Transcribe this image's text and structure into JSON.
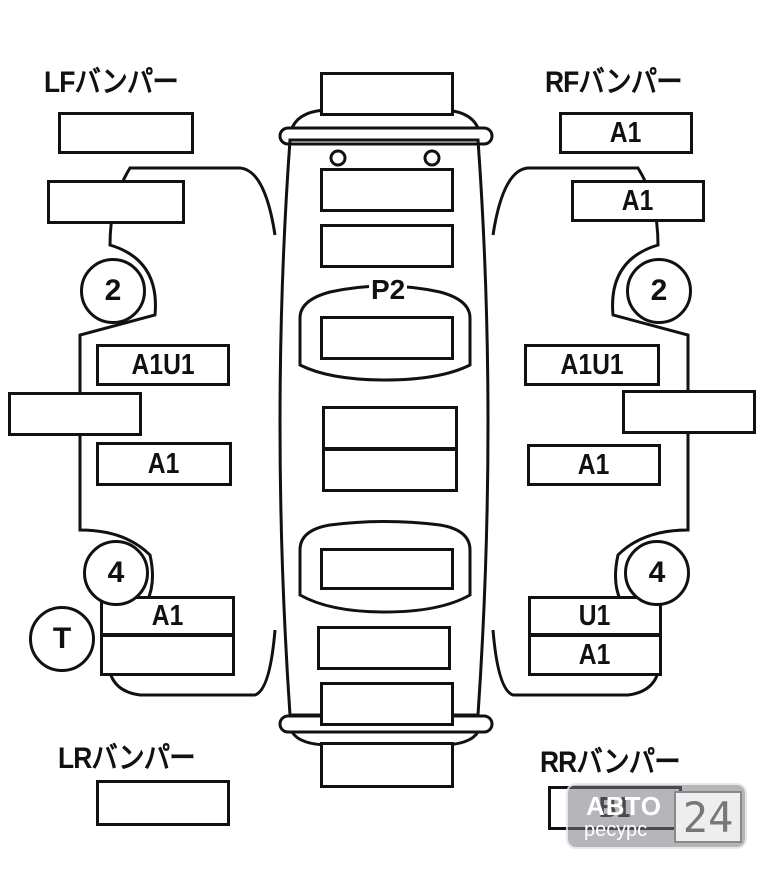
{
  "labels": {
    "lf_bumper": "LFバンパー",
    "rf_bumper": "RFバンパー",
    "lr_bumper": "LRバンパー",
    "rr_bumper": "RRバンパー",
    "roof_mark": "P2"
  },
  "left_panels": {
    "lf_bumper_box": "",
    "lf_fender": "",
    "front_door": "A1U1",
    "sill": "",
    "rear_door": "A1",
    "rear_quarter_top": "A1",
    "rear_quarter_bottom": "",
    "lr_bumper_box": ""
  },
  "right_panels": {
    "rf_bumper_box": "A1",
    "rf_fender": "A1",
    "front_door": "A1U1",
    "sill": "",
    "rear_door": "A1",
    "rear_quarter_top": "U1",
    "rear_quarter_bottom": "A1",
    "rr_bumper_box": "B1"
  },
  "wheels": {
    "left_front": "2",
    "right_front": "2",
    "left_rear": "4",
    "right_rear": "4",
    "spare": "T"
  },
  "watermark": {
    "line1": "АВТО",
    "line2": "ресурс",
    "digits": "24"
  }
}
